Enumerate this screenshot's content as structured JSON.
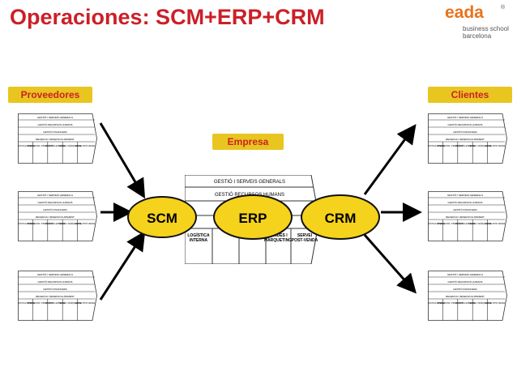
{
  "title": "Operaciones: SCM+ERP+CRM",
  "logo": {
    "name": "eada",
    "registered": "®",
    "line1": "business school",
    "line2": "barcelona"
  },
  "labels": {
    "proveedores": "Proveedores",
    "clientes": "Clientes",
    "empresa": "Empresa"
  },
  "circles": {
    "scm": "SCM",
    "erp": "ERP",
    "crm": "CRM"
  },
  "org": {
    "row1": "GESTIÓ I SERVEIS GENERALS",
    "row2": "GESTIÓ RECURSOS HUMANS",
    "row3": "GESTIÓ FINANCERA",
    "row4": "RECERCA I DESENVOLUPAMENT",
    "cols": [
      "LOGÍSTICA INTERNA",
      "OPERACIONS / PRODUCCIÓ",
      "LOGÍSTICA EXTERNA",
      "VENDES I MÀRQUETING",
      "SERVEI POST-VENDA"
    ]
  },
  "colors": {
    "title": "#cc1f27",
    "label_bg": "#e8c61f",
    "circle": "#f5d21c",
    "logo": "#e8731a"
  }
}
